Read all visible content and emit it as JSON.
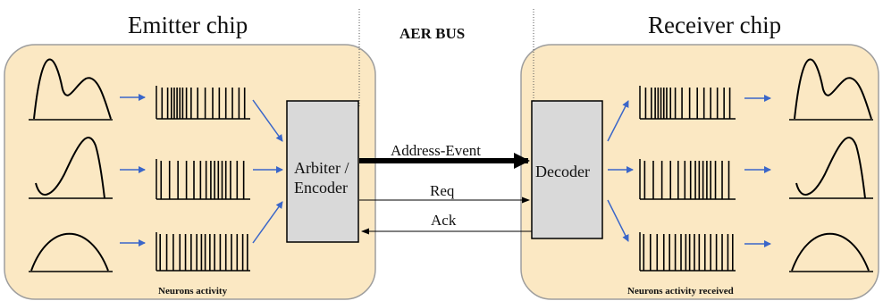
{
  "emitter": {
    "title": "Emitter chip",
    "caption": "Neurons activity",
    "block_line1": "Arbiter /",
    "block_line2": "Encoder"
  },
  "bus": {
    "title": "AER BUS",
    "address_label": "Address-Event",
    "req_label": "Req",
    "ack_label": "Ack"
  },
  "receiver": {
    "title": "Receiver chip",
    "caption": "Neurons activity received",
    "block_label": "Decoder"
  },
  "colors": {
    "chip_fill": "#fbe8c3",
    "chip_stroke": "#9e9e9e",
    "block_fill": "#d9d9d9",
    "arrow_blue": "#3a66c9",
    "line": "#000000"
  },
  "spike_trains": {
    "top": [
      0.06,
      0.12,
      0.16,
      0.19,
      0.22,
      0.25,
      0.28,
      0.32,
      0.37,
      0.44,
      0.52,
      0.6,
      0.67,
      0.74,
      0.81,
      0.88,
      0.94
    ],
    "middle": [
      0.05,
      0.14,
      0.23,
      0.32,
      0.4,
      0.47,
      0.53,
      0.58,
      0.62,
      0.66,
      0.7,
      0.74,
      0.79,
      0.86,
      0.93
    ],
    "bottom": [
      0.04,
      0.11,
      0.18,
      0.25,
      0.31,
      0.37,
      0.43,
      0.48,
      0.52,
      0.57,
      0.62,
      0.68,
      0.74,
      0.8,
      0.86,
      0.92,
      0.97
    ]
  }
}
